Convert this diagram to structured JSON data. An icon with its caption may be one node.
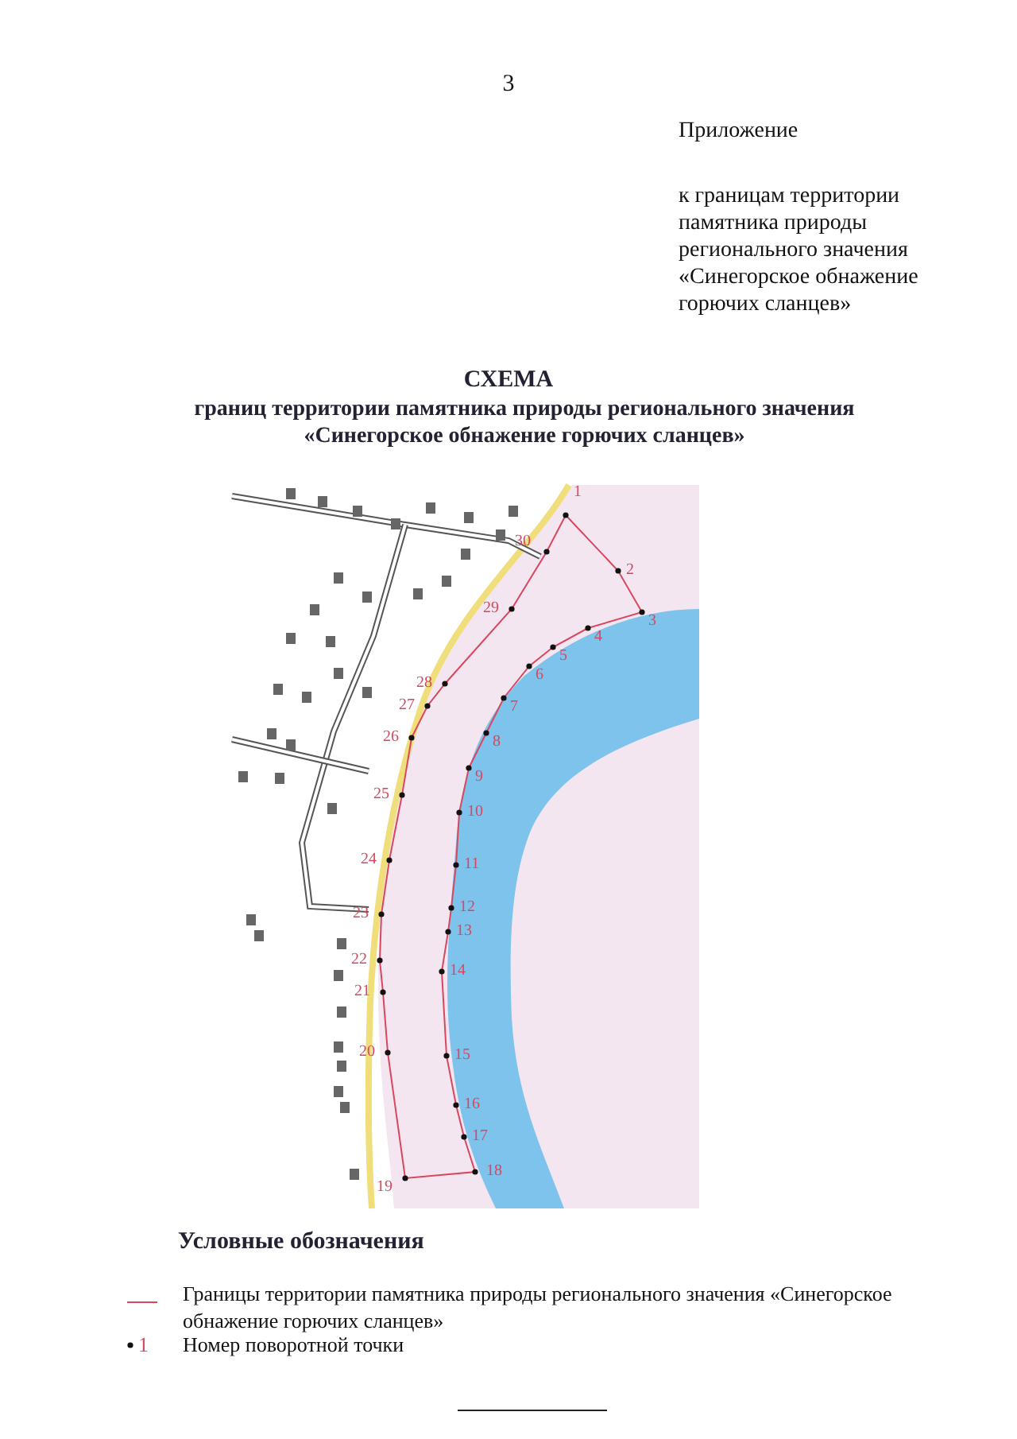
{
  "diagram": {
    "title": "СХЕМА",
    "labels": [
      "3",
      "Приложение",
      "к границам территории памятника природы регионального значения «Синегорское обнажение горючих сланцев»",
      "границ территории памятника природы регионального значения «Синегорское обнажение горючих сланцев»",
      "1",
      "2",
      "3",
      "4",
      "5",
      "6",
      "7",
      "8",
      "9",
      "10",
      "11",
      "12",
      "13",
      "14",
      "15",
      "16",
      "17",
      "18",
      "19",
      "20",
      "21",
      "22",
      "23",
      "24",
      "25",
      "26",
      "27",
      "28",
      "29",
      "30",
      "Условные обозначения",
      "1"
    ],
    "legend": [
      {
        "text": "Границы территории памятника природы регионального значения «Синегорское обнажение горючих сланцев»"
      },
      {
        "text": "Номер поворотной точки"
      }
    ]
  }
}
